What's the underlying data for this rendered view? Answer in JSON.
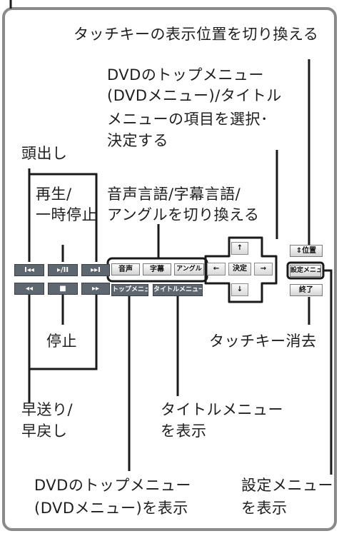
{
  "labels": {
    "touch_key_position": "タッチキーの表示位置を切り換える",
    "dvd_top_menu_select_1": "DVDのトップメニュー",
    "dvd_top_menu_select_2": "(DVDメニュー)/タイトル",
    "dvd_top_menu_select_3": "メニューの項目を選択･",
    "dvd_top_menu_select_4": "決定する",
    "cue": "頭出し",
    "play_pause_1": "再生/",
    "play_pause_2": "一時停止",
    "audio_subtitle_angle_1": "音声言語/字幕言語/",
    "audio_subtitle_angle_2": "アングルを切り換える",
    "stop": "停止",
    "touch_key_hide": "タッチキー消去",
    "ff_rew_1": "早送り/",
    "ff_rew_2": "早戻し",
    "title_menu_show_1": "タイトルメニュー",
    "title_menu_show_2": "を表示",
    "dvd_top_menu_show_1": "DVDのトップメニュー",
    "dvd_top_menu_show_2": "(DVDメニュー)を表示",
    "settings_menu_show_1": "設定メニュー",
    "settings_menu_show_2": "を表示"
  },
  "buttons": {
    "prev": "I◂◂",
    "play_pause": "▸/II",
    "next": "▸▸I",
    "rewind": "◂◂",
    "stop": "■",
    "fast_forward": "▸▸",
    "audio": "音声",
    "subtitle": "字幕",
    "angle": "アングル",
    "top_menu": "トップメニュー",
    "title_menu": "タイトルメニュー",
    "up": "↑",
    "down": "↓",
    "left": "←",
    "right": "→",
    "enter": "決定",
    "position": "⇕位置",
    "settings_menu": "設定メニュー",
    "end": "終了"
  }
}
